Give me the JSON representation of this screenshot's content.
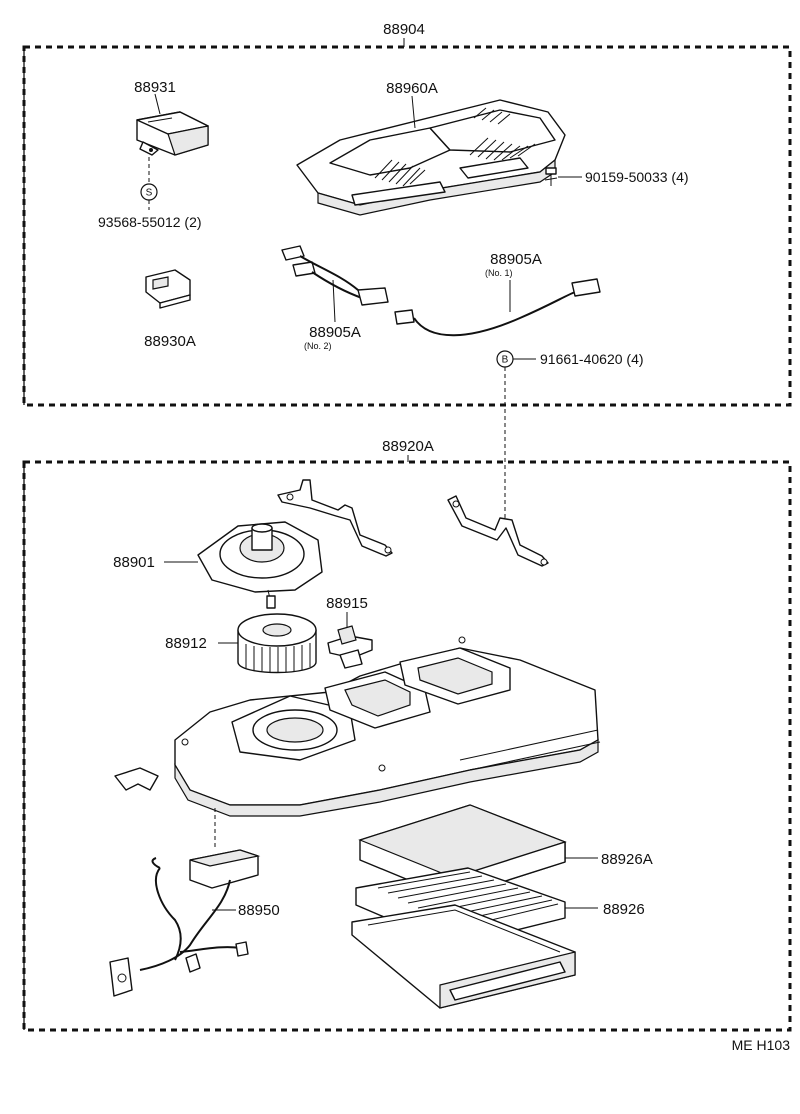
{
  "assemblies": {
    "upper": "88904",
    "lower": "88920A"
  },
  "upper_parts": {
    "amplifier": "88931",
    "amplifier_screw": "93568-55012 (2)",
    "screw_symbol": "S",
    "cover": "88960A",
    "cover_screw": "90159-50033 (4)",
    "switch": "88930A",
    "harness_no2": "88905A",
    "harness_no2_note": "(No. 2)",
    "harness_no1": "88905A",
    "harness_no1_note": "(No. 1)",
    "bolt_symbol": "B",
    "bolt": "91661-40620 (4)"
  },
  "lower_parts": {
    "blower_motor": "88901",
    "resistor": "88915",
    "fan": "88912",
    "harness": "88950",
    "filter_element": "88926A",
    "filter": "88926"
  },
  "footer": {
    "code": "ME H103"
  }
}
